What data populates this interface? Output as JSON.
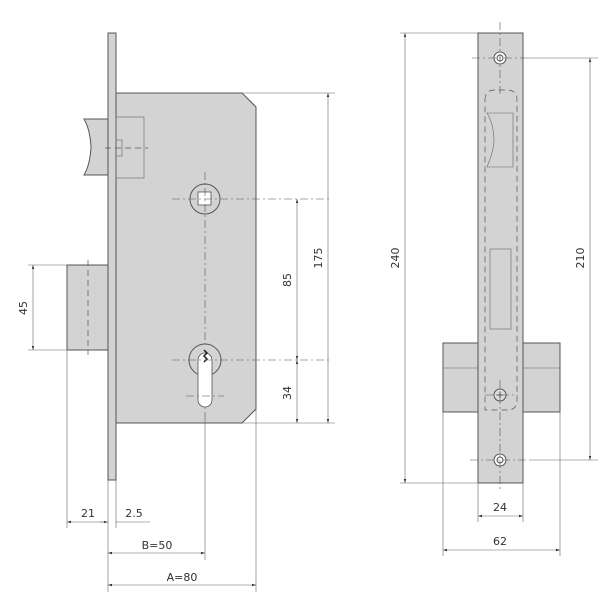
{
  "side_view": {
    "dimensions": {
      "deadbolt_height": "45",
      "backset_handle_to_cylinder": "85",
      "total_body_height": "175",
      "cylinder_to_bottom": "34",
      "bolt_throw": "21",
      "faceplate_thickness": "2.5",
      "backset": "B=50",
      "body_depth": "A=80"
    }
  },
  "front_view": {
    "dimensions": {
      "faceplate_height": "240",
      "screw_hole_spacing": "210",
      "faceplate_width": "24",
      "cylinder_length": "62"
    }
  }
}
